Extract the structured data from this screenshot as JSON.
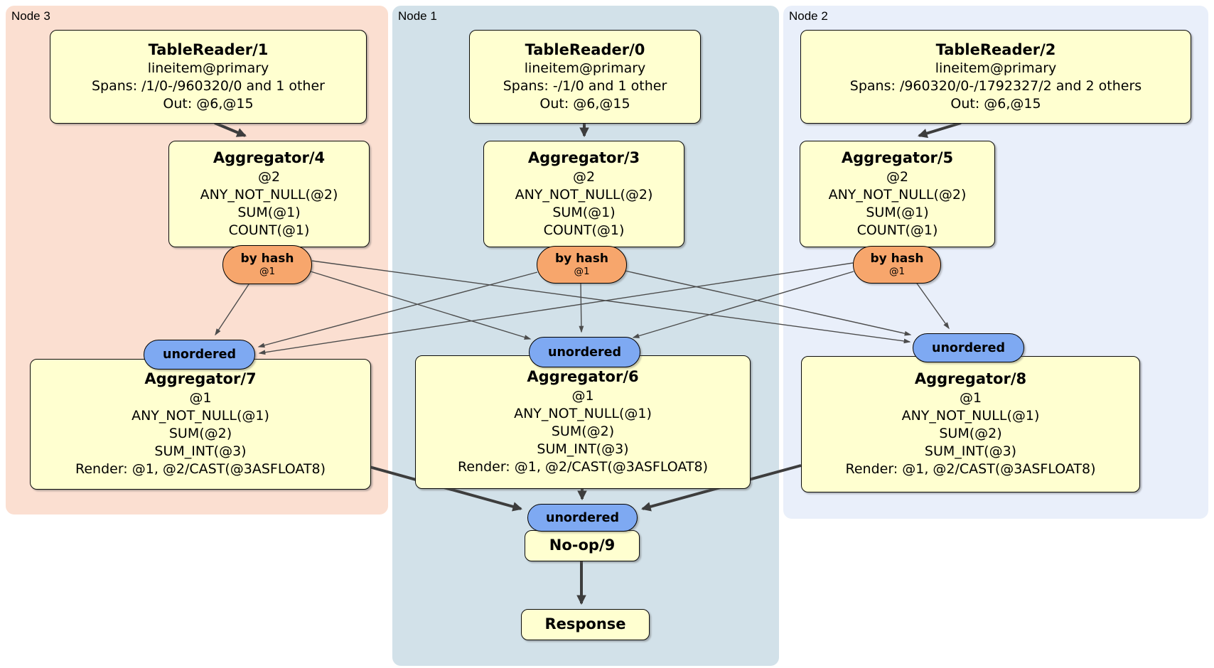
{
  "groups": [
    {
      "label": "Node 3"
    },
    {
      "label": "Node 1"
    },
    {
      "label": "Node 2"
    }
  ],
  "processors": {
    "tablereader1": {
      "title": "TableReader/1",
      "lines": [
        "lineitem@primary",
        "Spans: /1/0-/960320/0 and 1 other",
        "Out: @6,@15"
      ]
    },
    "tablereader0": {
      "title": "TableReader/0",
      "lines": [
        "lineitem@primary",
        "Spans: -/1/0 and 1 other",
        "Out: @6,@15"
      ]
    },
    "tablereader2": {
      "title": "TableReader/2",
      "lines": [
        "lineitem@primary",
        "Spans: /960320/0-/1792327/2 and 2 others",
        "Out: @6,@15"
      ]
    },
    "aggregator4": {
      "title": "Aggregator/4",
      "lines": [
        "@2",
        "ANY_NOT_NULL(@2)",
        "SUM(@1)",
        "COUNT(@1)"
      ]
    },
    "aggregator3": {
      "title": "Aggregator/3",
      "lines": [
        "@2",
        "ANY_NOT_NULL(@2)",
        "SUM(@1)",
        "COUNT(@1)"
      ]
    },
    "aggregator5": {
      "title": "Aggregator/5",
      "lines": [
        "@2",
        "ANY_NOT_NULL(@2)",
        "SUM(@1)",
        "COUNT(@1)"
      ]
    },
    "aggregator7": {
      "title": "Aggregator/7",
      "lines": [
        "@1",
        "ANY_NOT_NULL(@1)",
        "SUM(@2)",
        "SUM_INT(@3)",
        "Render: @1, @2/CAST(@3ASFLOAT8)"
      ]
    },
    "aggregator6": {
      "title": "Aggregator/6",
      "lines": [
        "@1",
        "ANY_NOT_NULL(@1)",
        "SUM(@2)",
        "SUM_INT(@3)",
        "Render: @1, @2/CAST(@3ASFLOAT8)"
      ]
    },
    "aggregator8": {
      "title": "Aggregator/8",
      "lines": [
        "@1",
        "ANY_NOT_NULL(@1)",
        "SUM(@2)",
        "SUM_INT(@3)",
        "Render: @1, @2/CAST(@3ASFLOAT8)"
      ]
    },
    "noop9": {
      "title": "No-op/9"
    },
    "response": {
      "title": "Response"
    }
  },
  "routers": [
    {
      "label": "by hash",
      "detail": "@1"
    },
    {
      "label": "by hash",
      "detail": "@1"
    },
    {
      "label": "by hash",
      "detail": "@1"
    }
  ],
  "synchronizers": [
    {
      "label": "unordered"
    },
    {
      "label": "unordered"
    },
    {
      "label": "unordered"
    },
    {
      "label": "unordered"
    }
  ],
  "colors": {
    "node3_bg": "#fbdfd1",
    "node1_bg": "#d2e1e9",
    "node2_bg": "#e9effa",
    "processor_bg": "#ffffd0",
    "router_bg": "#f7a66c",
    "sync_bg": "#7ea9f2",
    "edge": "#3d3d3d"
  }
}
